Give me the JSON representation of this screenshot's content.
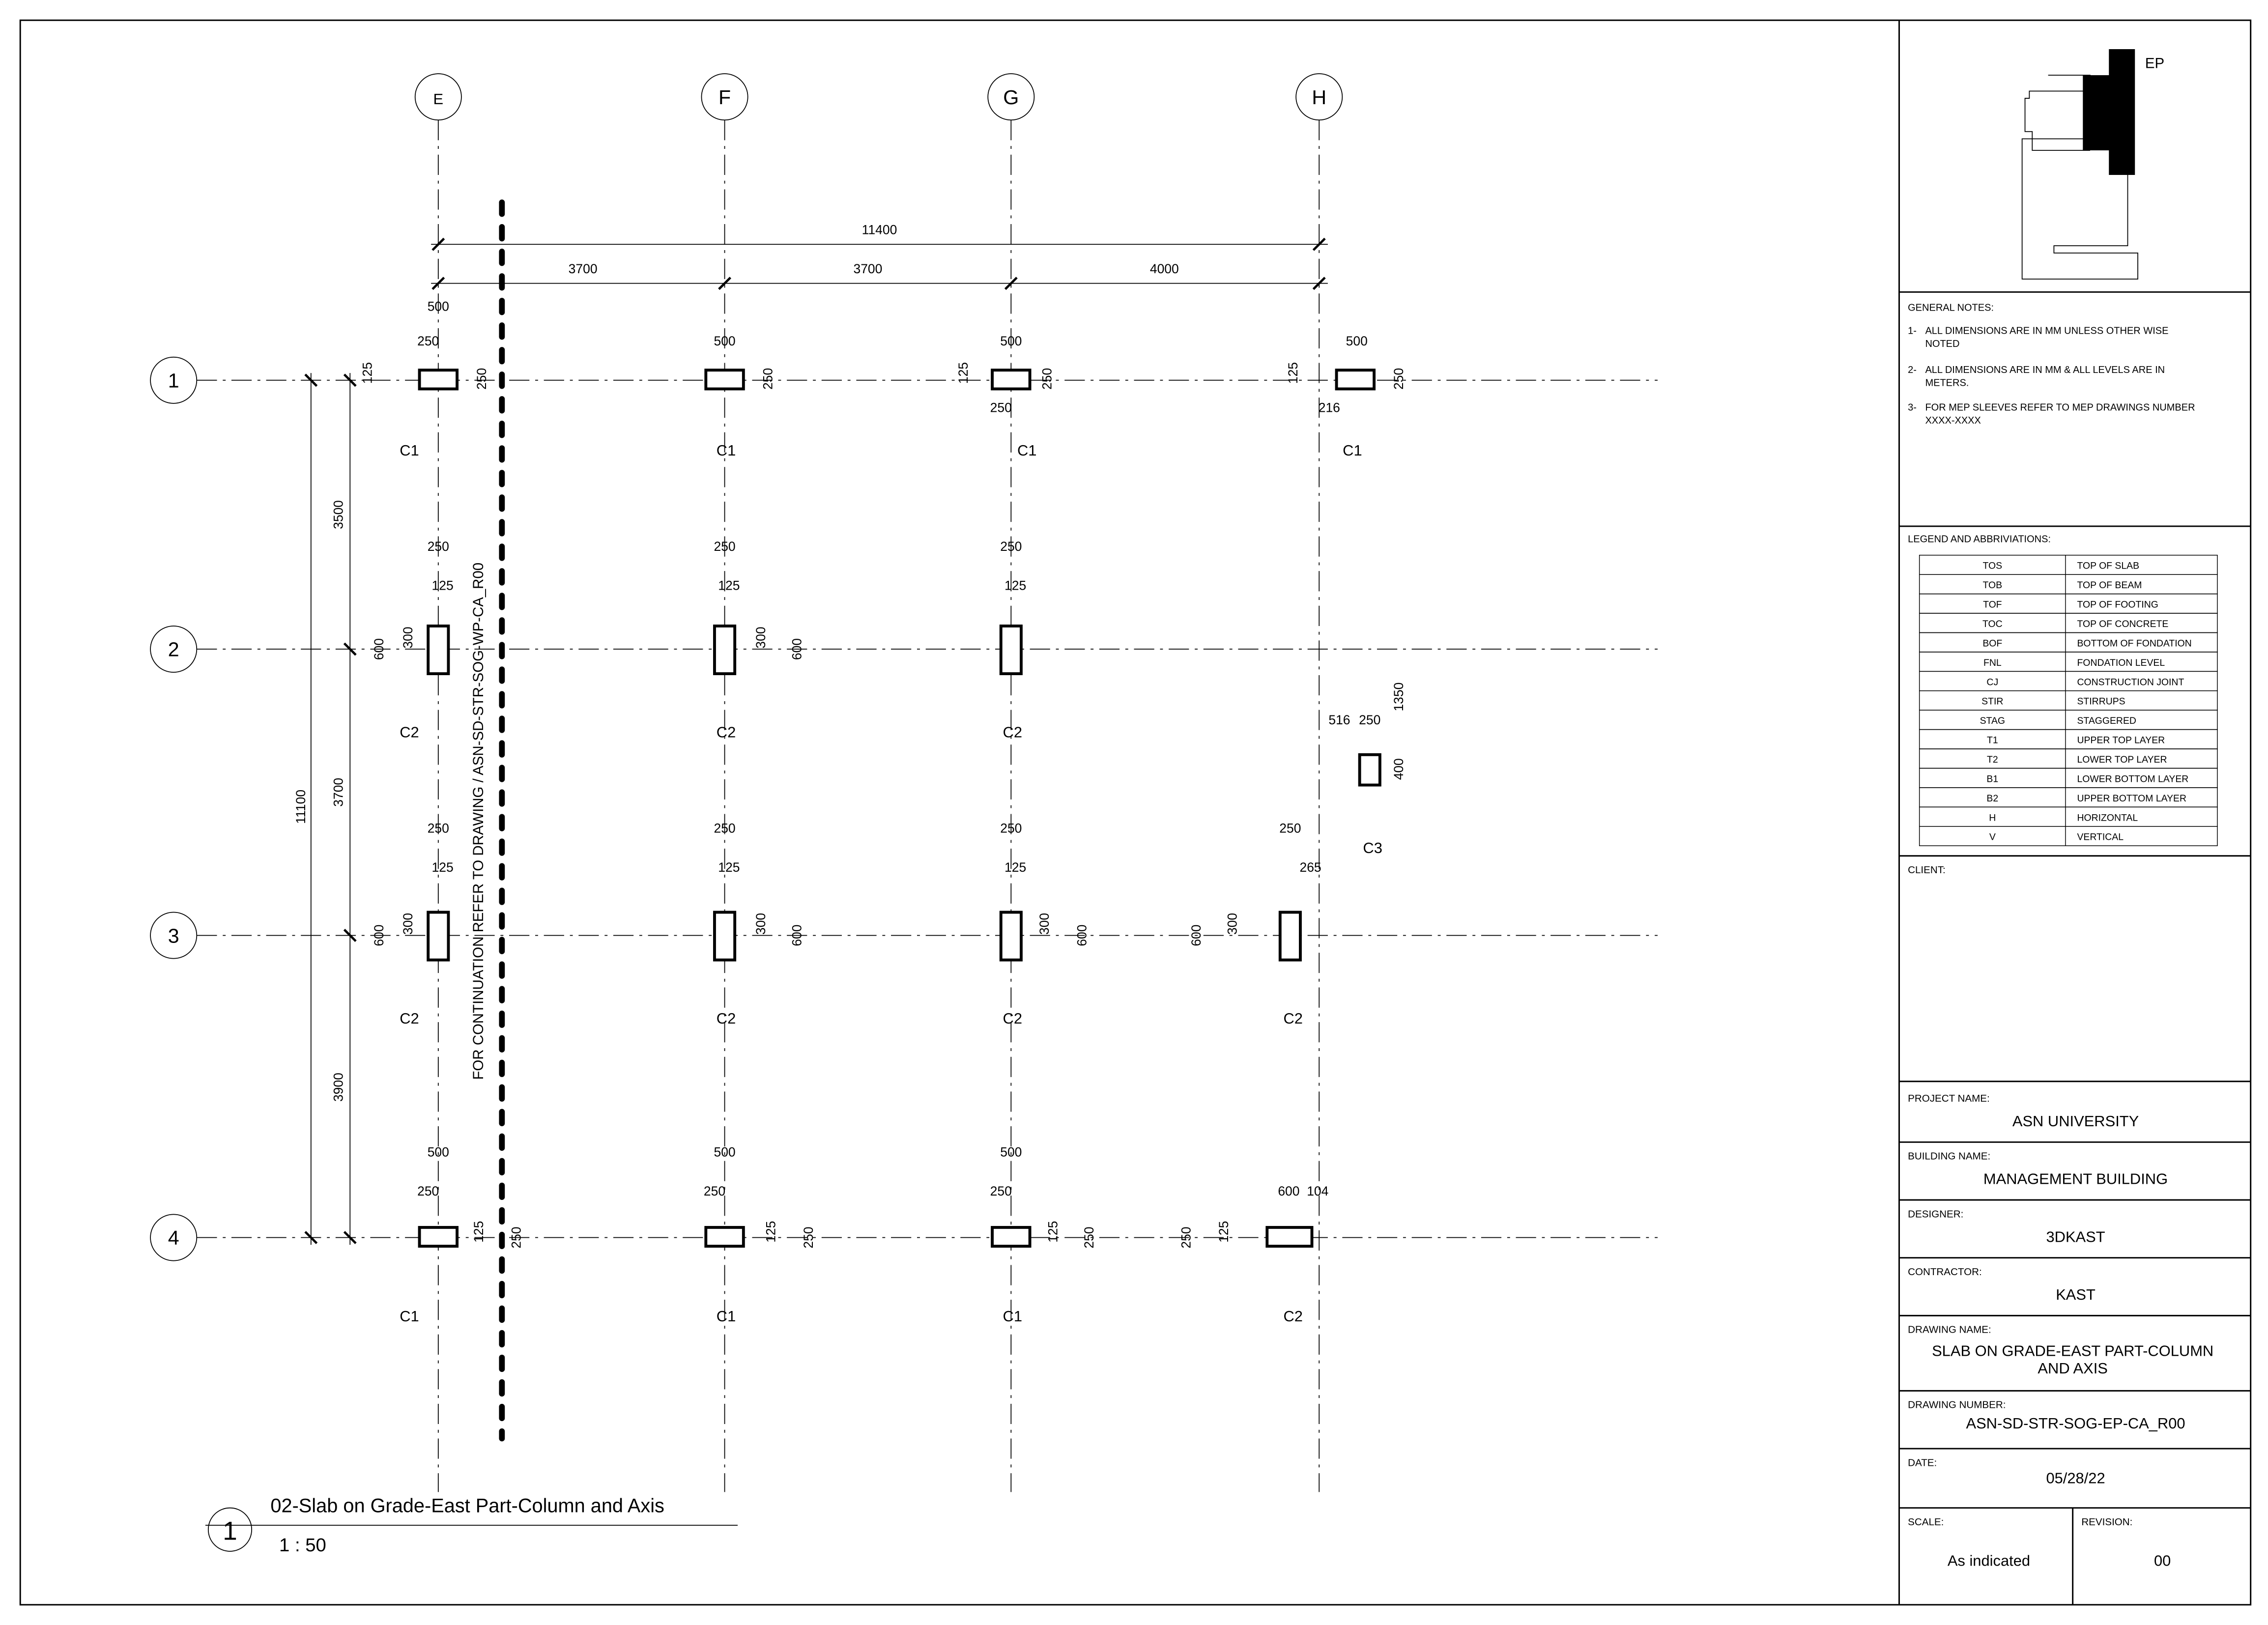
{
  "grid": {
    "columns_axes": [
      "E",
      "F",
      "G",
      "H"
    ],
    "rows_axes": [
      "1",
      "2",
      "3",
      "4"
    ]
  },
  "dimensions": {
    "overall_horizontal": "11400",
    "bays_horizontal": [
      "3700",
      "3700",
      "4000"
    ],
    "overall_vertical": "11100",
    "bays_vertical": [
      "3500",
      "3700",
      "3900"
    ]
  },
  "column_dims": [
    "500",
    "250",
    "125",
    "250",
    "500",
    "250",
    "500",
    "125",
    "250",
    "250",
    "500",
    "125",
    "250",
    "216",
    "250",
    "125",
    "600",
    "300",
    "250",
    "125",
    "300",
    "600",
    "250",
    "125",
    "1350",
    "516",
    "250",
    "400",
    "250",
    "125",
    "600",
    "300",
    "250",
    "125",
    "300",
    "600",
    "250",
    "125",
    "300",
    "600",
    "250",
    "265",
    "600",
    "300",
    "500",
    "250",
    "125",
    "250",
    "500",
    "250",
    "125",
    "250",
    "500",
    "250",
    "125",
    "250",
    "600",
    "104",
    "250",
    "125"
  ],
  "columns": [
    {
      "grid": "E1",
      "type": "C1"
    },
    {
      "grid": "F1",
      "type": "C1"
    },
    {
      "grid": "G1",
      "type": "C1"
    },
    {
      "grid": "H1",
      "type": "C1"
    },
    {
      "grid": "E2",
      "type": "C2"
    },
    {
      "grid": "F2",
      "type": "C2"
    },
    {
      "grid": "G2",
      "type": "C2"
    },
    {
      "grid": "H2",
      "type": "C3"
    },
    {
      "grid": "E3",
      "type": "C2"
    },
    {
      "grid": "F3",
      "type": "C2"
    },
    {
      "grid": "G3",
      "type": "C2"
    },
    {
      "grid": "H3",
      "type": "C2"
    },
    {
      "grid": "E4",
      "type": "C1"
    },
    {
      "grid": "F4",
      "type": "C1"
    },
    {
      "grid": "G4",
      "type": "C1"
    },
    {
      "grid": "H4",
      "type": "C2"
    }
  ],
  "match_line_note": "FOR CONTINUATION REFER TO DRAWING / ASN-SD-STR-SOG-WP-CA_R00",
  "view": {
    "number": "1",
    "title": "02-Slab on Grade-East Part-Column and Axis",
    "scale": "1 : 50"
  },
  "key_plan": {
    "label": "EP"
  },
  "general_notes": {
    "heading": "GENERAL NOTES:",
    "items": [
      {
        "num": "1-",
        "line1": "ALL DIMENSIONS ARE IN MM UNLESS OTHER WISE",
        "line2": "NOTED"
      },
      {
        "num": "2-",
        "line1": "ALL DIMENSIONS ARE IN MM & ALL LEVELS ARE IN",
        "line2": "METERS."
      },
      {
        "num": "3-",
        "line1": "FOR MEP SLEEVES REFER TO MEP DRAWINGS NUMBER",
        "line2": "XXXX-XXXX"
      }
    ]
  },
  "legend": {
    "heading": "LEGEND AND ABBRIVIATIONS:",
    "rows": [
      [
        "TOS",
        "TOP OF SLAB"
      ],
      [
        "TOB",
        "TOP OF BEAM"
      ],
      [
        "TOF",
        "TOP OF FOOTING"
      ],
      [
        "TOC",
        "TOP OF CONCRETE"
      ],
      [
        "BOF",
        "BOTTOM OF FONDATION"
      ],
      [
        "FNL",
        " FONDATION LEVEL"
      ],
      [
        "CJ",
        "CONSTRUCTION JOINT"
      ],
      [
        "STIR",
        "STIRRUPS"
      ],
      [
        "STAG",
        "STAGGERED"
      ],
      [
        "T1",
        "UPPER TOP LAYER"
      ],
      [
        "T2",
        "LOWER TOP LAYER"
      ],
      [
        "B1",
        "LOWER BOTTOM LAYER"
      ],
      [
        "B2",
        "UPPER BOTTOM LAYER"
      ],
      [
        "H",
        "HORIZONTAL"
      ],
      [
        "V",
        "VERTICAL"
      ]
    ]
  },
  "title_block": {
    "client_label": "CLIENT:",
    "project_label": "PROJECT NAME:",
    "project": "ASN UNIVERSITY",
    "building_label": "BUILDING NAME:",
    "building": "MANAGEMENT BUILDING",
    "designer_label": "DESIGNER:",
    "designer": "3DKAST",
    "contractor_label": "CONTRACTOR:",
    "contractor": "KAST",
    "drawing_name_label": "DRAWING NAME:",
    "drawing_name_1": "SLAB ON GRADE-EAST PART-COLUMN",
    "drawing_name_2": "AND AXIS",
    "drawing_number_label": "DRAWING NUMBER:",
    "drawing_number": "ASN-SD-STR-SOG-EP-CA_R00",
    "date_label": "DATE:",
    "date": "05/28/22",
    "scale_label": "SCALE:",
    "scale": "As indicated",
    "revision_label": "REVISION:",
    "revision": "00"
  }
}
